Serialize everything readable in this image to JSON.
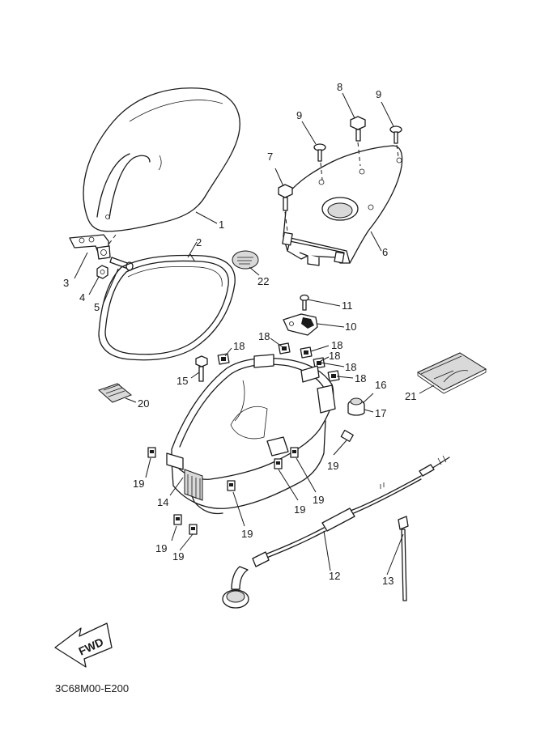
{
  "diagram": {
    "code": "3C68M00-E200",
    "fwd_label": "FWD",
    "callouts": [
      {
        "id": "c1",
        "label": "1"
      },
      {
        "id": "c2",
        "label": "2"
      },
      {
        "id": "c3",
        "label": "3"
      },
      {
        "id": "c4",
        "label": "4"
      },
      {
        "id": "c5",
        "label": "5"
      },
      {
        "id": "c6",
        "label": "6"
      },
      {
        "id": "c7",
        "label": "7"
      },
      {
        "id": "c8",
        "label": "8"
      },
      {
        "id": "c9a",
        "label": "9"
      },
      {
        "id": "c9b",
        "label": "9"
      },
      {
        "id": "c10",
        "label": "10"
      },
      {
        "id": "c11",
        "label": "11"
      },
      {
        "id": "c12",
        "label": "12"
      },
      {
        "id": "c13",
        "label": "13"
      },
      {
        "id": "c14",
        "label": "14"
      },
      {
        "id": "c15",
        "label": "15"
      },
      {
        "id": "c16",
        "label": "16"
      },
      {
        "id": "c17",
        "label": "17"
      },
      {
        "id": "c18a",
        "label": "18"
      },
      {
        "id": "c18b",
        "label": "18"
      },
      {
        "id": "c18c",
        "label": "18"
      },
      {
        "id": "c18d",
        "label": "18"
      },
      {
        "id": "c18e",
        "label": "18"
      },
      {
        "id": "c18f",
        "label": "18"
      },
      {
        "id": "c19a",
        "label": "19"
      },
      {
        "id": "c19b",
        "label": "19"
      },
      {
        "id": "c19c",
        "label": "19"
      },
      {
        "id": "c19d",
        "label": "19"
      },
      {
        "id": "c19e",
        "label": "19"
      },
      {
        "id": "c19f",
        "label": "19"
      },
      {
        "id": "c19g",
        "label": "19"
      },
      {
        "id": "c20",
        "label": "20"
      },
      {
        "id": "c21",
        "label": "21"
      },
      {
        "id": "c22",
        "label": "22"
      }
    ]
  }
}
